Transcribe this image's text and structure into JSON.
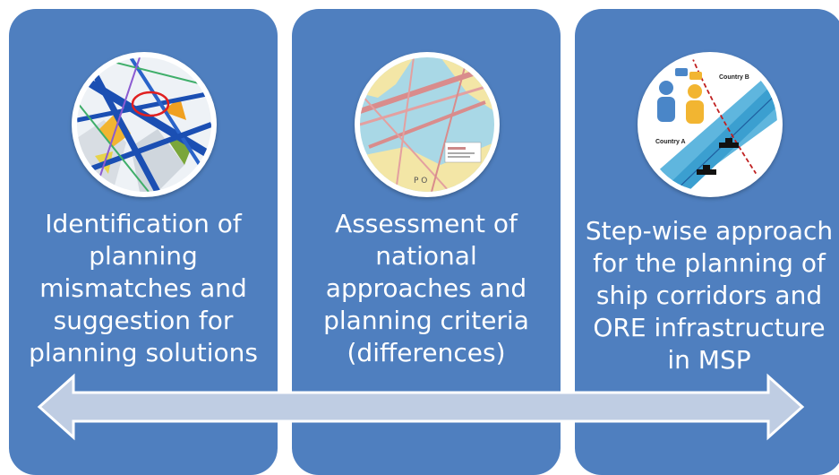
{
  "panels": [
    {
      "caption": "Identification of planning mismatches and suggestion for planning solutions",
      "image_icon": "map-mismatch-icon"
    },
    {
      "caption": "Assessment of national approaches and planning criteria (differences)",
      "image_icon": "ship-density-map-icon"
    },
    {
      "caption": "Step-wise approach for the planning of ship corridors and ORE infrastructure in MSP",
      "image_icon": "cross-border-corridor-icon",
      "image_labels": {
        "country_a": "Country A",
        "country_b": "Country B"
      }
    }
  ],
  "colors": {
    "panel": "#4f7fbf",
    "arrow_fill": "#bfcde3",
    "arrow_stroke": "#ffffff"
  }
}
